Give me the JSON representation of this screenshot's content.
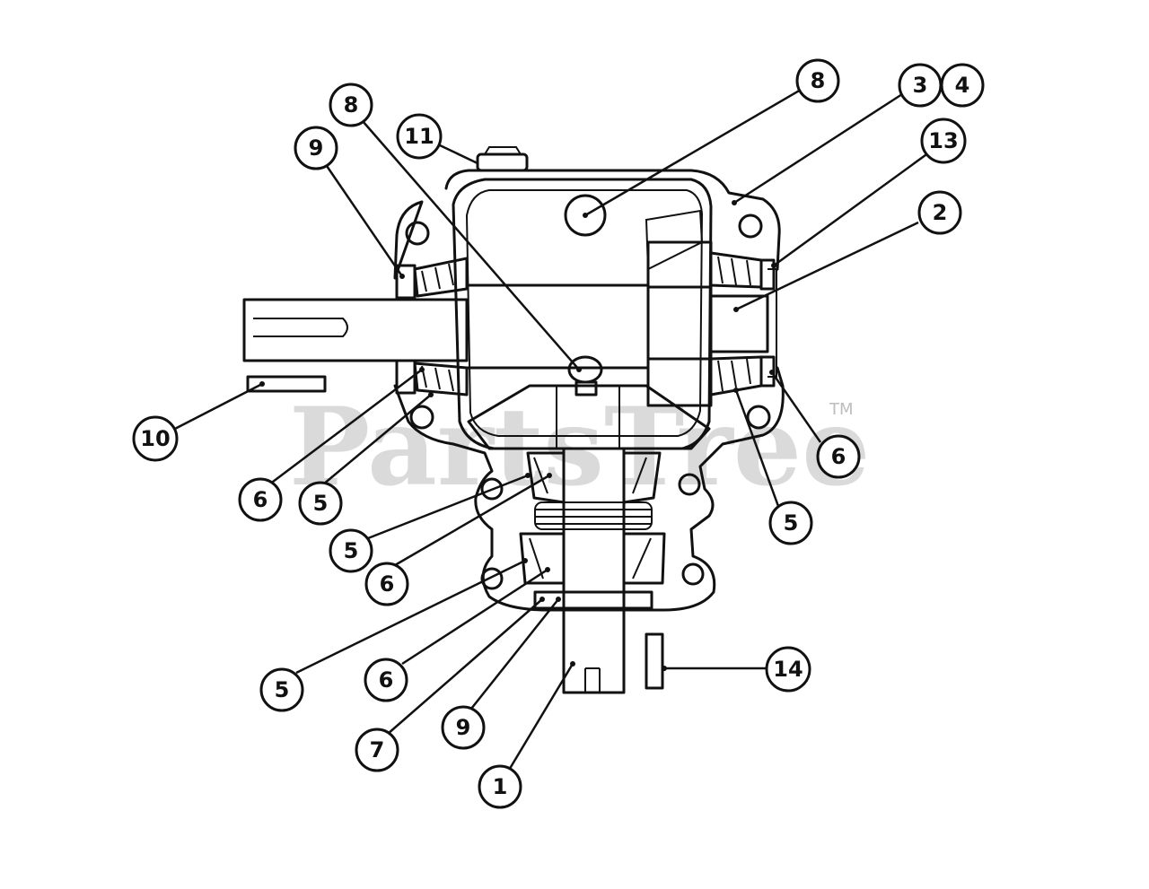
{
  "watermark": {
    "text": "PartsTree",
    "tm": "TM"
  },
  "callouts": [
    {
      "id": "c8-top-right",
      "label": "8"
    },
    {
      "id": "c3",
      "label": "3"
    },
    {
      "id": "c4",
      "label": "4"
    },
    {
      "id": "c13",
      "label": "13"
    },
    {
      "id": "c2",
      "label": "2"
    },
    {
      "id": "c8-left",
      "label": "8"
    },
    {
      "id": "c11",
      "label": "11"
    },
    {
      "id": "c9-top",
      "label": "9"
    },
    {
      "id": "c10",
      "label": "10"
    },
    {
      "id": "c6-left",
      "label": "6"
    },
    {
      "id": "c5-left",
      "label": "5"
    },
    {
      "id": "c6-right",
      "label": "6"
    },
    {
      "id": "c5-right",
      "label": "5"
    },
    {
      "id": "c5-mid",
      "label": "5"
    },
    {
      "id": "c6-mid",
      "label": "6"
    },
    {
      "id": "c5-low",
      "label": "5"
    },
    {
      "id": "c6-low",
      "label": "6"
    },
    {
      "id": "c7",
      "label": "7"
    },
    {
      "id": "c9-low",
      "label": "9"
    },
    {
      "id": "c1",
      "label": "1"
    },
    {
      "id": "c14",
      "label": "14"
    }
  ]
}
